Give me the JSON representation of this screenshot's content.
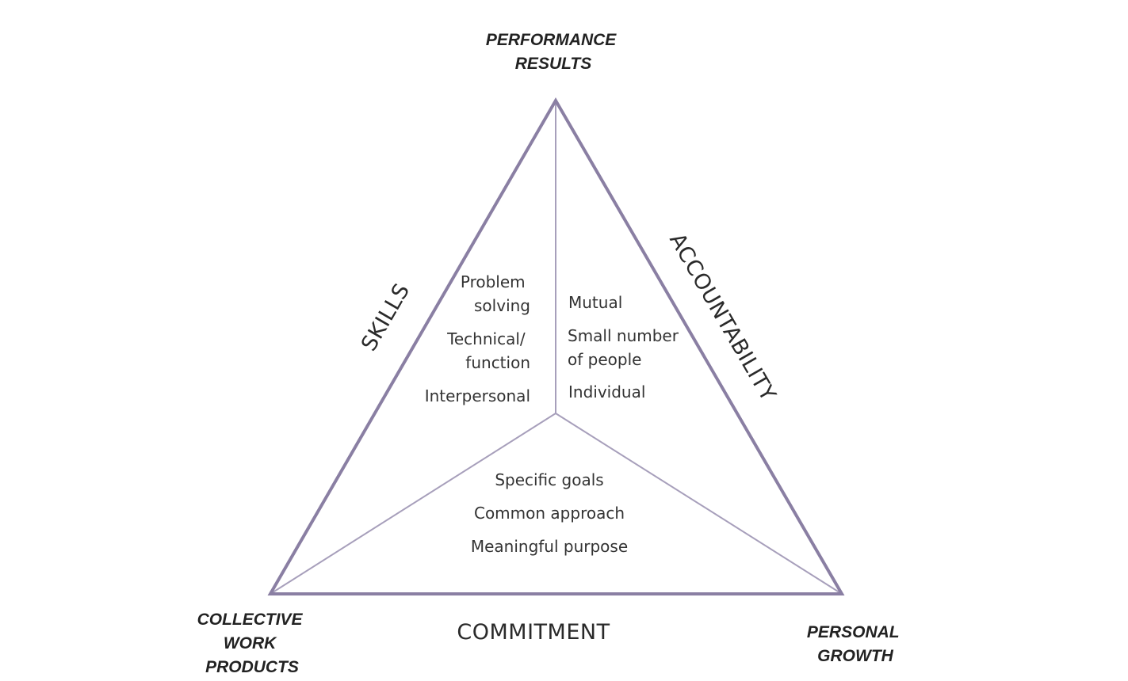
{
  "colors": {
    "outline": "#8a7fa3",
    "inner_lines": "#a79fbb",
    "text": "#333333"
  },
  "corners": {
    "top": [
      "PERFORMANCE",
      "RESULTS"
    ],
    "bottom_left": [
      "COLLECTIVE",
      "WORK",
      "PRODUCTS"
    ],
    "bottom_right": [
      "PERSONAL",
      "GROWTH"
    ]
  },
  "sides": {
    "left": "SKILLS",
    "right": "ACCOUNTABILITY",
    "bottom": "COMMITMENT"
  },
  "sections": {
    "skills": {
      "items": [
        [
          "Problem",
          "solving"
        ],
        [
          "Technical/",
          "function"
        ],
        [
          "Interpersonal"
        ]
      ]
    },
    "accountability": {
      "items": [
        [
          "Mutual"
        ],
        [
          "Small number",
          "of people"
        ],
        [
          "Individual"
        ]
      ]
    },
    "commitment": {
      "items": [
        [
          "Specific goals"
        ],
        [
          "Common approach"
        ],
        [
          "Meaningful purpose"
        ]
      ]
    }
  }
}
